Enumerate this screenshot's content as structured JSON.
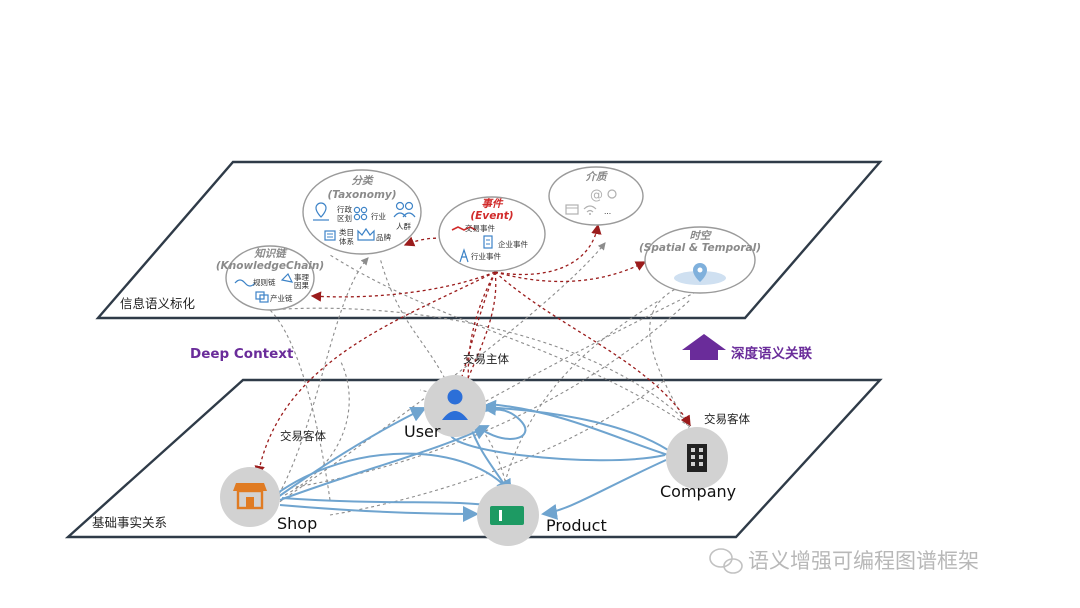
{
  "upper_plane": {
    "label": "信息语义标化",
    "bubbles": {
      "taxonomy": {
        "title_cn": "分类",
        "title_en": "(Taxonomy)",
        "items": [
          "行政区划",
          "行业",
          "人群",
          "类目体系",
          "品牌"
        ]
      },
      "event": {
        "title_cn": "事件",
        "title_en": "(Event)",
        "items": [
          "交易事件",
          "企业事件",
          "行业事件"
        ]
      },
      "medium": {
        "title_cn": "介质",
        "ellipsis": "..."
      },
      "spatial": {
        "title_cn": "时空",
        "title_en": "(Spatial & Temporal)"
      },
      "knowledge": {
        "title_cn": "知识链",
        "title_en": "(KnowledgeChain)",
        "items": [
          "规则链",
          "事理因果",
          "产业链"
        ]
      }
    }
  },
  "middle": {
    "deep_context": "Deep Context",
    "association": "深度语义关联",
    "arrow_color": "#6a2c9a"
  },
  "lower_plane": {
    "label": "基础事实关系",
    "nodes": {
      "user": "User",
      "company": "Company",
      "shop": "Shop",
      "product": "Product"
    },
    "edge_labels": {
      "trade_subject": "交易主体",
      "trade_object_left": "交易客体",
      "trade_object_right": "交易客体"
    }
  },
  "watermark": "语义增强可编程图谱框架",
  "colors": {
    "plane_border": "#2f3b48",
    "blue_edge": "#6fa4cf",
    "red_dashed": "#9b1c1c",
    "gray_dashed": "#8c8c8c",
    "purple": "#6a2c9a"
  }
}
